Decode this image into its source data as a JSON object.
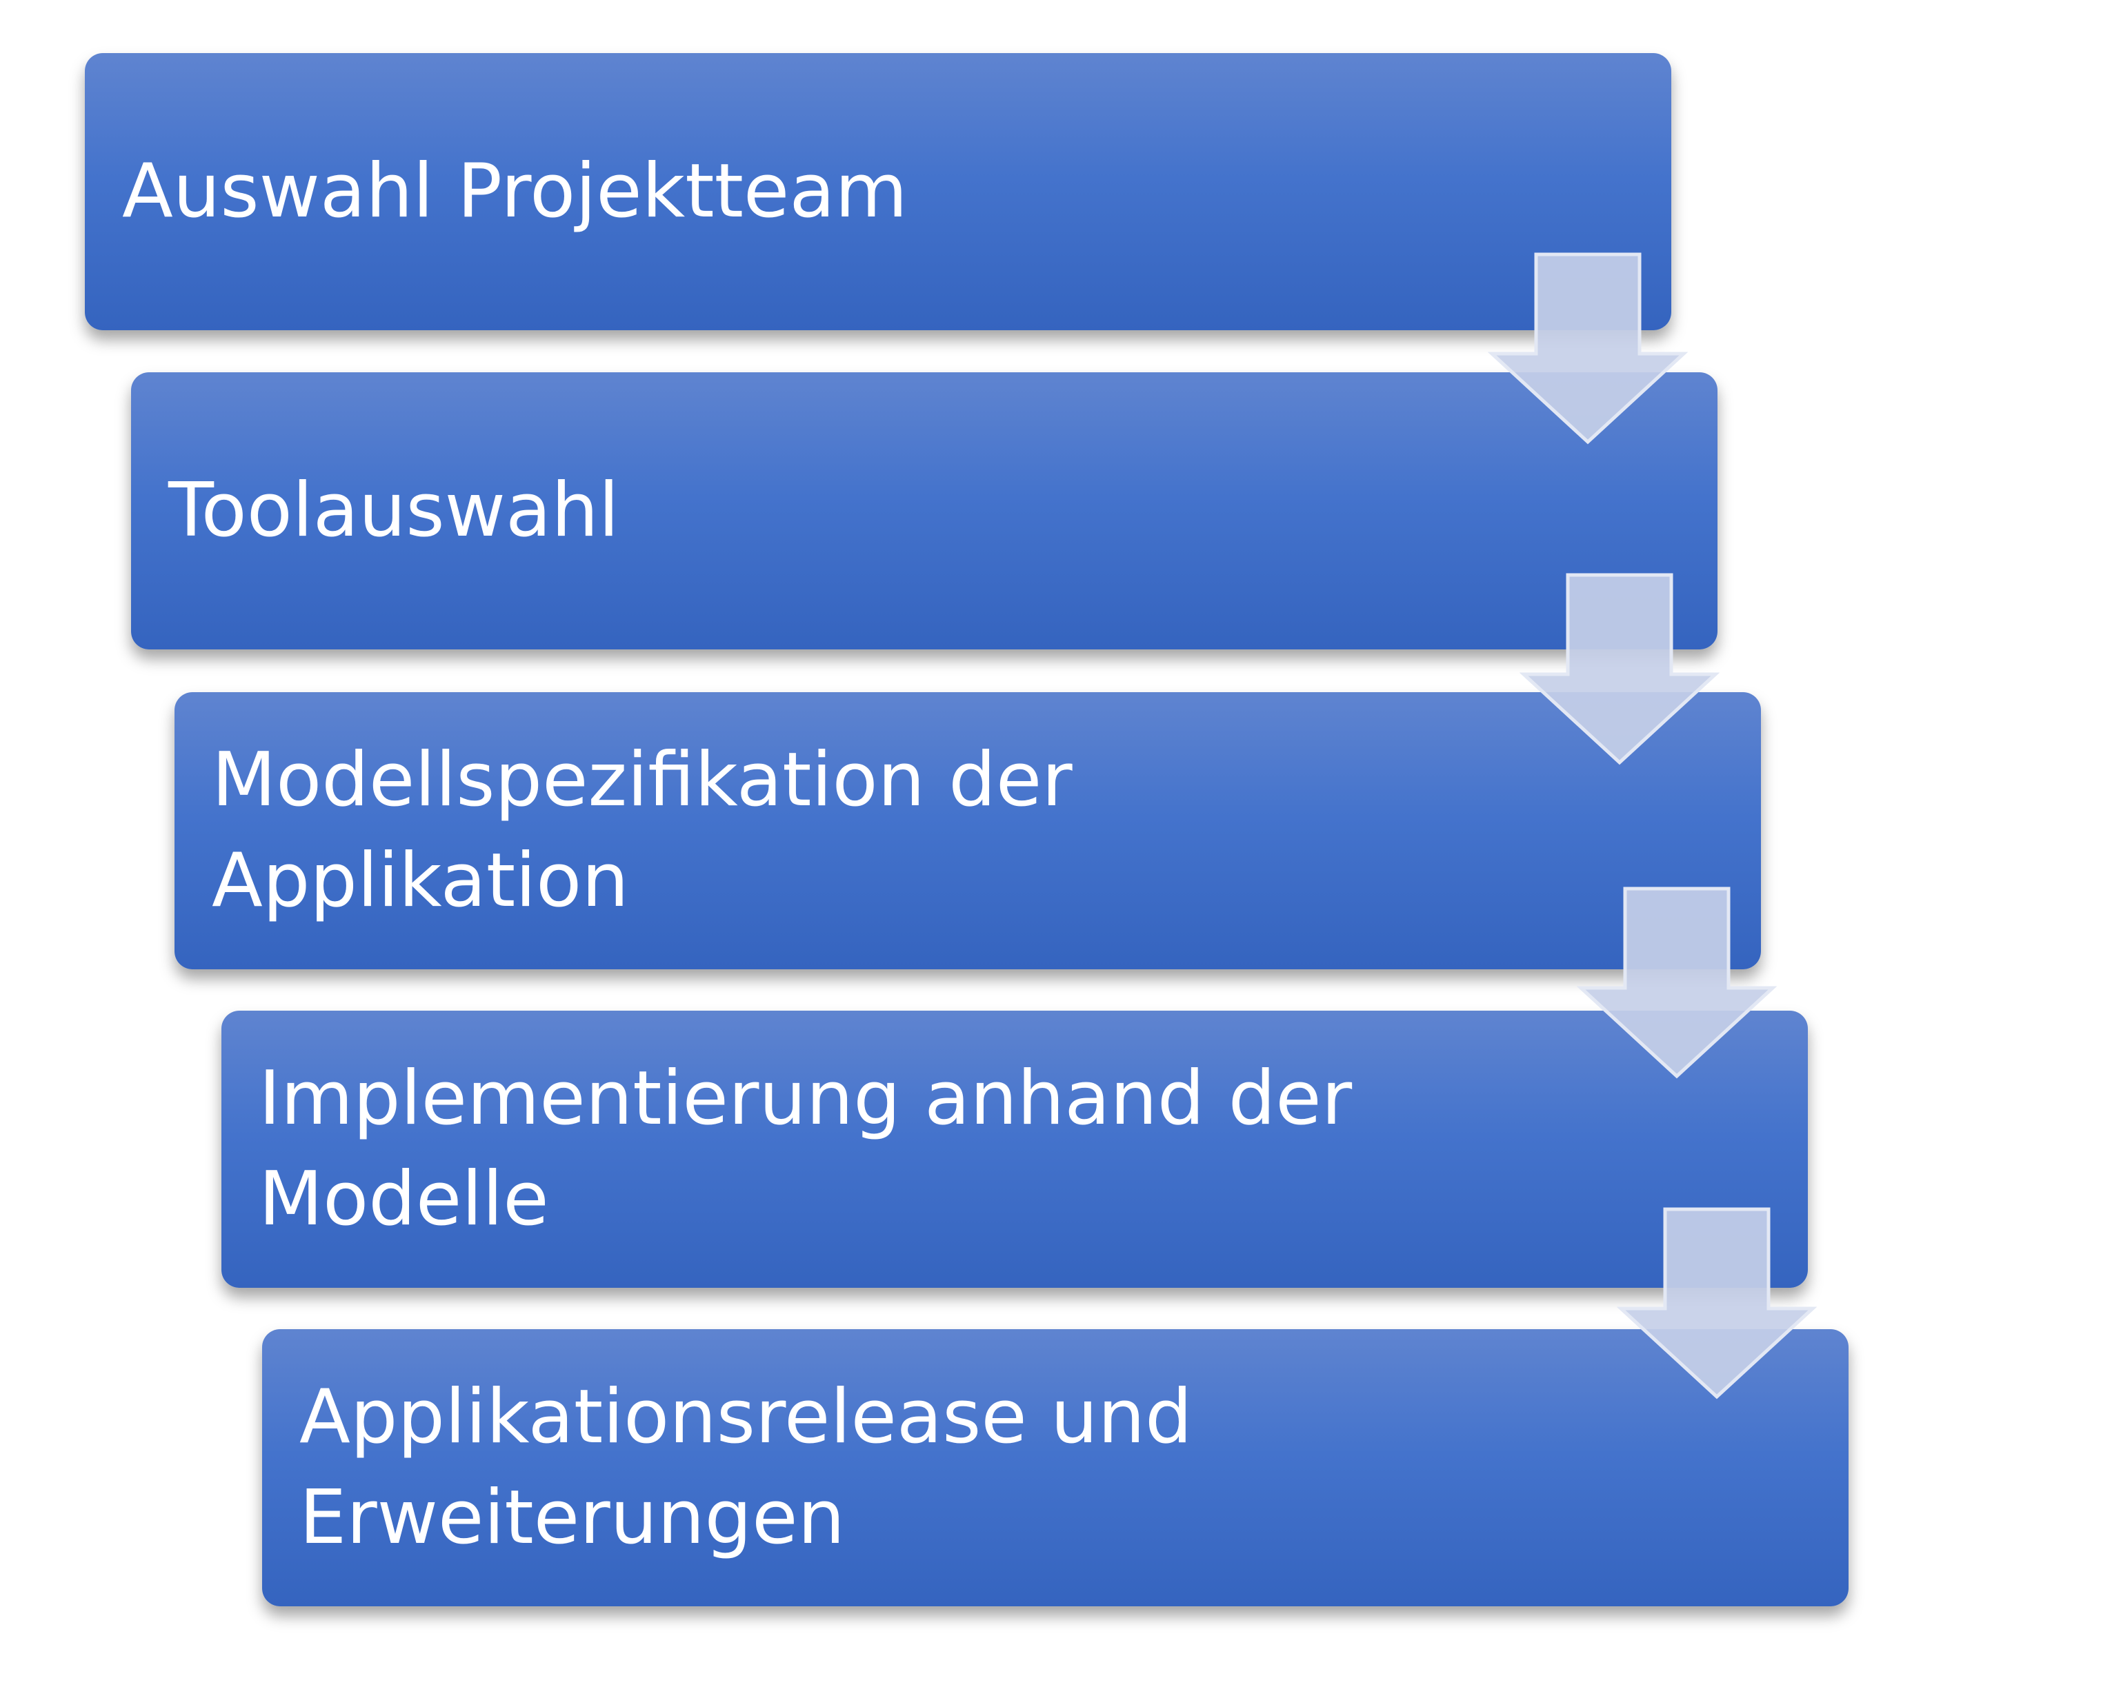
{
  "diagram": {
    "steps": [
      {
        "label": "Auswahl Projektteam"
      },
      {
        "label": "Toolauswahl"
      },
      {
        "label": "Modellspezifikation der Applikation"
      },
      {
        "label": "Implementierung anhand der Modelle"
      },
      {
        "label": "Applikationsrelease und Erweiterungen"
      }
    ],
    "colors": {
      "box_top": "#5f84d0",
      "box_bottom": "#3564bf",
      "text": "#ffffff",
      "arrow": "#c5cfe8"
    },
    "icons": {
      "connector": "arrow-down-icon"
    }
  }
}
